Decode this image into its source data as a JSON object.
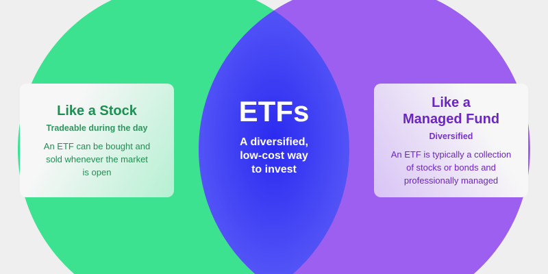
{
  "colors": {
    "background": "#efefef",
    "stock": "#3de290",
    "fund": "#9d5ff0",
    "overlap": "#3434f2",
    "stock_text": "#1e8f52",
    "fund_text": "#6a25c4"
  },
  "center": {
    "title": "ETFs",
    "lines": [
      "A diversified,",
      "low-cost way",
      "to invest"
    ]
  },
  "left": {
    "title": "Like a Stock",
    "subtitle": "Tradeable during the day",
    "description": [
      "An ETF can be bought and",
      "sold whenever the market",
      "is open"
    ]
  },
  "right": {
    "title": [
      "Like a",
      "Managed Fund"
    ],
    "subtitle": "Diversified",
    "description": [
      "An ETF is typically a collection",
      "of stocks or bonds and",
      "professionally managed"
    ]
  }
}
